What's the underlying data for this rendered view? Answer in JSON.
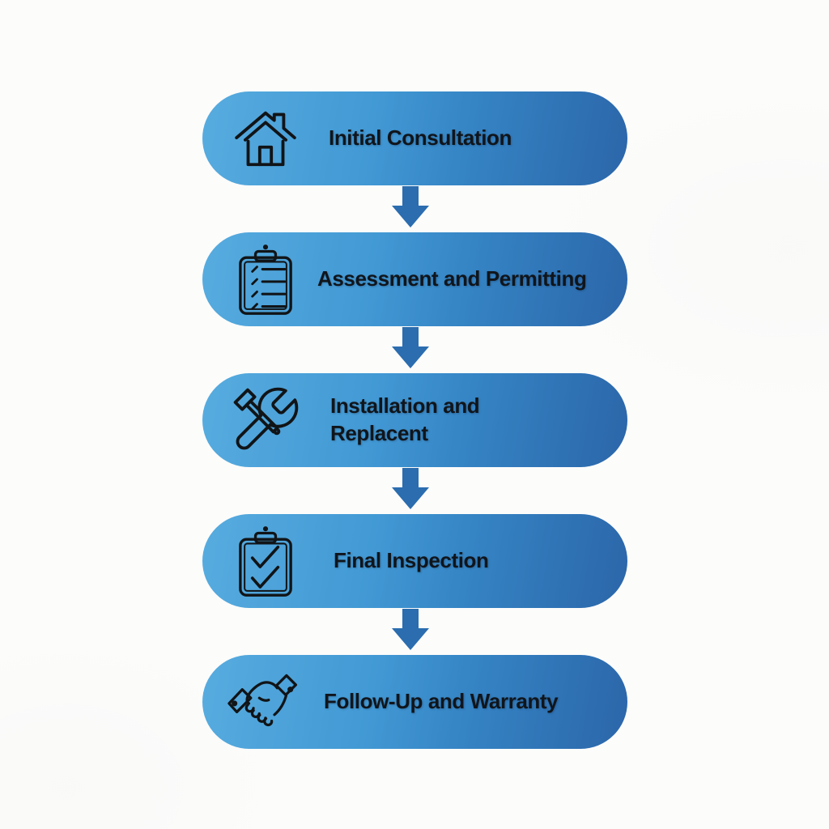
{
  "diagram": {
    "colors": {
      "pill_gradient_left": "#57acdf",
      "pill_gradient_right": "#2b66a9",
      "arrow": "#2b6daf",
      "text": "#10151b",
      "background": "#fcfcfb",
      "icon_stroke": "#111417"
    },
    "steps": [
      {
        "label": "Initial Consultation",
        "icon": "house-icon"
      },
      {
        "label": "Assessment and Permitting",
        "icon": "clipboard-list-icon"
      },
      {
        "label": "Installation and\nReplacent",
        "icon": "tools-icon"
      },
      {
        "label": "Final Inspection",
        "icon": "clipboard-check-icon"
      },
      {
        "label": "Follow-Up and Warranty",
        "icon": "handshake-icon"
      }
    ]
  }
}
